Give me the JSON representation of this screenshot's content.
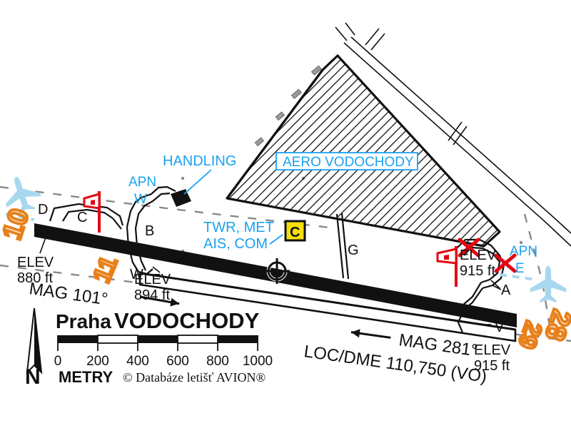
{
  "meta": {
    "title": "Praha VODOCHODY",
    "title_part1": "Praha",
    "title_part2": "VODOCHODY",
    "copyright": "© Databáze letišť AVION®",
    "scale_unit": "METRY",
    "north_letter": "N"
  },
  "colors": {
    "cyan": "#1ba1f2",
    "orange": "#e8801a",
    "red": "#e30613",
    "yellow": "#f5e00a",
    "black": "#111111",
    "aircraft_blue": "#a8d8ef",
    "gray_dash": "#8a8a8a"
  },
  "scale_bar": {
    "ticks": [
      "0",
      "200",
      "400",
      "600",
      "800",
      "1000"
    ],
    "unit": "METRY"
  },
  "facility_labels": [
    {
      "id": "aero-vodochody",
      "text": "AERO VODOCHODY",
      "color": "cyan"
    },
    {
      "id": "handling",
      "text": "HANDLING",
      "color": "cyan"
    },
    {
      "id": "apn-w",
      "text_line1": "APN",
      "text_line2": "W",
      "color": "cyan"
    },
    {
      "id": "apn-e",
      "text_line1": "APN",
      "text_line2": "E",
      "color": "cyan"
    },
    {
      "id": "tower-services",
      "text_line1": "TWR, MET",
      "text_line2": "AIS, COM",
      "color": "cyan"
    }
  ],
  "marker_c": {
    "letter": "C",
    "fill": "yellow",
    "border": "black"
  },
  "taxiways": [
    {
      "id": "taxiway-d",
      "label": "D"
    },
    {
      "id": "taxiway-c",
      "label": "C"
    },
    {
      "id": "taxiway-b",
      "label": "B"
    },
    {
      "id": "taxiway-w",
      "label": "W"
    },
    {
      "id": "taxiway-g",
      "label": "G"
    },
    {
      "id": "taxiway-a",
      "label": "A"
    },
    {
      "id": "taxiway-v",
      "label": "V"
    }
  ],
  "runway_designators": [
    {
      "id": "rwy-10",
      "text": "10",
      "color": "orange"
    },
    {
      "id": "rwy-11",
      "text": "11",
      "color": "orange"
    },
    {
      "id": "rwy-28",
      "text": "28",
      "color": "orange"
    },
    {
      "id": "rwy-29",
      "text": "29",
      "color": "orange"
    }
  ],
  "elevations": [
    {
      "id": "elev-880",
      "line1": "ELEV",
      "line2": "880 ft"
    },
    {
      "id": "elev-894",
      "line1": "ELEV",
      "line2": "894 ft"
    },
    {
      "id": "elev-915-ne",
      "line1": "ELEV",
      "line2": "915 ft"
    },
    {
      "id": "elev-915-se",
      "line1": "ELEV",
      "line2": "915 ft"
    }
  ],
  "magnetic_bearings": [
    {
      "id": "mag-101",
      "text": "MAG 101°"
    },
    {
      "id": "mag-281",
      "text": "MAG 281°"
    }
  ],
  "navaid": {
    "id": "loc-dme",
    "text": "LOC/DME 110,750 (VO)"
  },
  "symbols": [
    {
      "id": "windsock-west",
      "type": "windsock",
      "color": "red"
    },
    {
      "id": "windsock-east",
      "type": "windsock",
      "color": "red"
    },
    {
      "id": "closed-marker-1",
      "type": "red-x",
      "color": "red"
    },
    {
      "id": "closed-marker-2",
      "type": "red-x",
      "color": "red"
    },
    {
      "id": "arp-symbol",
      "type": "aerodrome-reference-point"
    },
    {
      "id": "aircraft-west",
      "type": "aircraft-silhouette"
    },
    {
      "id": "aircraft-east",
      "type": "aircraft-silhouette"
    }
  ]
}
